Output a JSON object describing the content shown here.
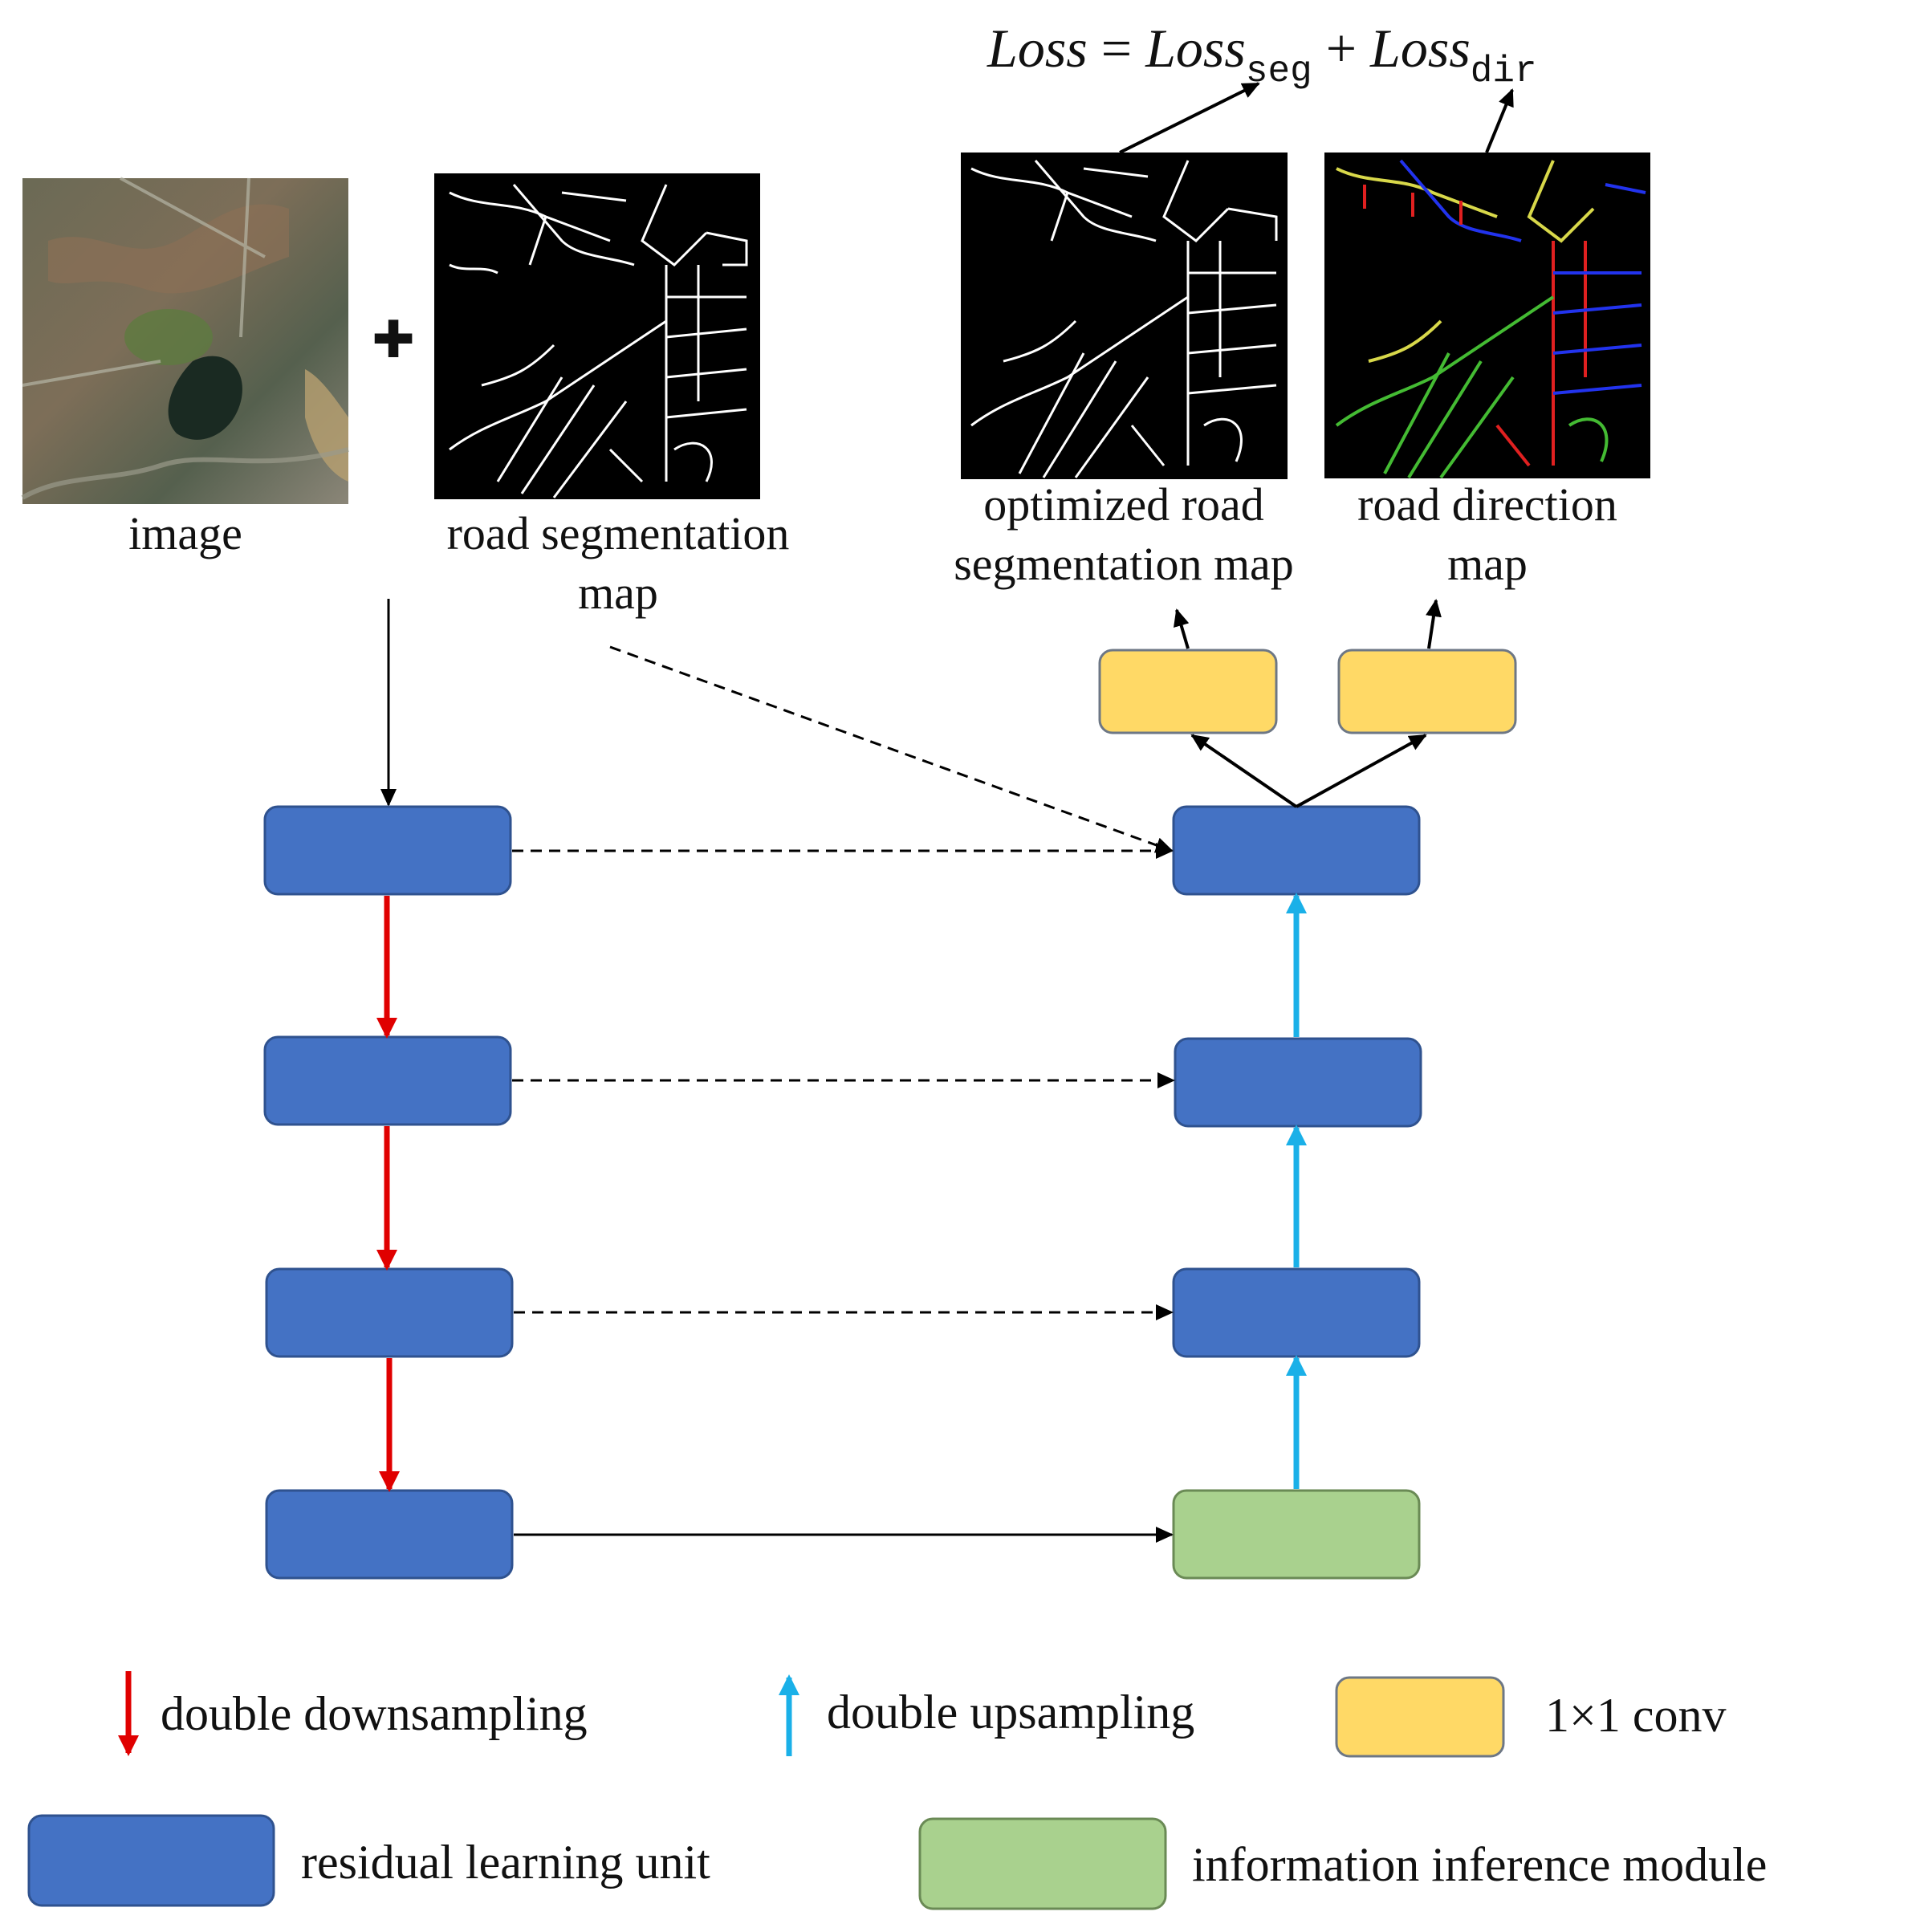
{
  "formula": {
    "lhs": "Loss",
    "equals": "=",
    "term1": "Loss",
    "term1_sub": "seg",
    "plus": "+",
    "term2": "Loss",
    "term2_sub": "dir"
  },
  "inputs": {
    "image_label": "image",
    "plus_sign": "✚",
    "seg_map_label": "road segmentation\nmap"
  },
  "outputs": {
    "optimized_label": "optimized road\nsegmentation map",
    "direction_label": "road direction\nmap"
  },
  "legend": {
    "downsampling": "double downsampling",
    "upsampling": "double upsampling",
    "conv": "1×1 conv",
    "residual": "residual learning unit",
    "inference": "information inference module"
  },
  "colors": {
    "residual_unit": "#4472C4",
    "inference_module": "#A9D18E",
    "conv": "#FFD966",
    "downsample_arrow": "#E00000",
    "upsample_arrow": "#1AB0E8"
  }
}
